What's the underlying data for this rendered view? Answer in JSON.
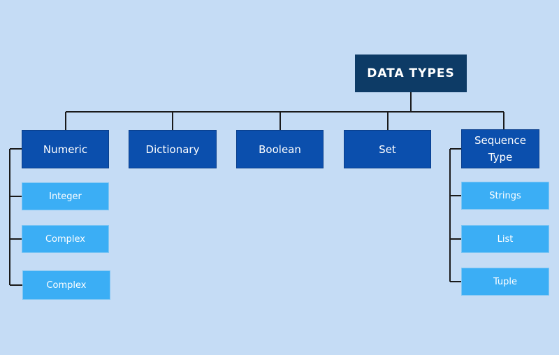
{
  "diagram": {
    "root": {
      "label": "DATA TYPES"
    },
    "categories": [
      {
        "label": "Numeric"
      },
      {
        "label": "Dictionary"
      },
      {
        "label": "Boolean"
      },
      {
        "label": "Set"
      },
      {
        "label": "Sequence\nType"
      }
    ],
    "numeric_children": [
      {
        "label": "Integer"
      },
      {
        "label": "Complex"
      },
      {
        "label": "Complex"
      }
    ],
    "sequence_children": [
      {
        "label": "Strings"
      },
      {
        "label": "List"
      },
      {
        "label": "Tuple"
      }
    ]
  },
  "colors": {
    "background": "#c5dcf5",
    "root": "#0d3b66",
    "category": "#0b4fad",
    "leaf": "#3baef5",
    "connector": "#1a1a1a"
  }
}
